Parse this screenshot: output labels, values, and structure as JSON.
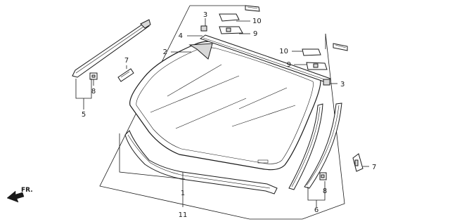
{
  "callouts": {
    "c1": "1",
    "c2": "2",
    "c3a": "3",
    "c3b": "3",
    "c4": "4",
    "c5": "5",
    "c6": "6",
    "c7a": "7",
    "c7b": "7",
    "c8a": "8",
    "c8b": "8",
    "c9a": "9",
    "c9b": "9",
    "c10a": "10",
    "c10b": "10",
    "c11": "11"
  },
  "direction_label": "FR."
}
